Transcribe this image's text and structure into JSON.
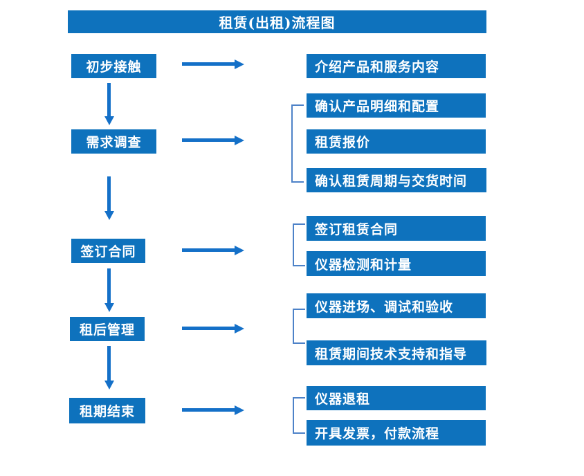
{
  "title": "租赁(出租)流程图",
  "colors": {
    "box_fill": "#0e72bd",
    "arrow": "#1470c8",
    "bracket": "#4d82c8",
    "text": "#ffffff",
    "background": "#ffffff"
  },
  "flow": [
    {
      "step": "初步接触",
      "details": [
        "介绍产品和服务内容"
      ]
    },
    {
      "step": "需求调查",
      "details": [
        "确认产品明细和配置",
        "租赁报价",
        "确认租赁周期与交货时间"
      ]
    },
    {
      "step": "签订合同",
      "details": [
        "签订租赁合同",
        "仪器检测和计量"
      ]
    },
    {
      "step": "租后管理",
      "details": [
        "仪器进场、调试和验收",
        "租赁期间技术支持和指导"
      ]
    },
    {
      "step": "租期结束",
      "details": [
        "仪器退租",
        "开具发票，付款流程"
      ]
    }
  ]
}
